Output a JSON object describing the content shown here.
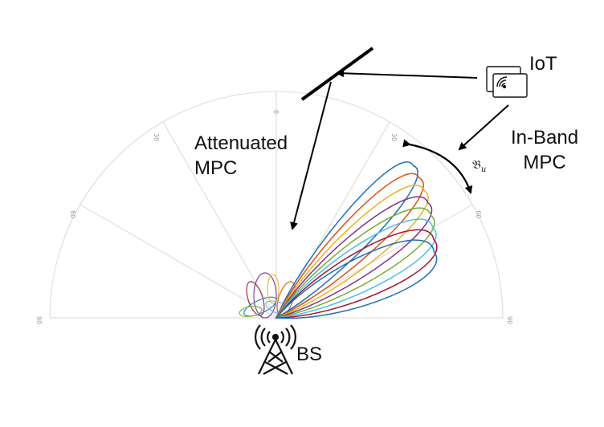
{
  "labels": {
    "attenuated_line1": "Attenuated",
    "attenuated_line2": "MPC",
    "inband_line1": "In-Band",
    "inband_line2": "MPC",
    "iot": "IoT",
    "bs": "BS",
    "beam_symbol": "𝔅",
    "beam_subscript": "u"
  },
  "polar_ticks": [
    "0",
    "30",
    "60",
    "90",
    "30",
    "60",
    "90"
  ],
  "colors": {
    "beams": [
      "#1f6fb8",
      "#d95319",
      "#edb120",
      "#7e2f8e",
      "#77ac30",
      "#4dbeee",
      "#a2142f",
      "#1f6fb8"
    ],
    "grid": "#d9d9d9",
    "arrow": "#000000"
  },
  "icons": [
    "iot-device-icon",
    "bs-tower-icon",
    "reflector-surface-icon"
  ]
}
